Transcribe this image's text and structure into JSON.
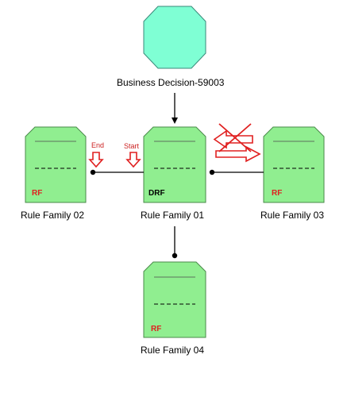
{
  "decision": {
    "label": "Business Decision-59003",
    "fill": "#7fffd4",
    "stroke": "#3a8a7a"
  },
  "rule_families": [
    {
      "id": "rf01",
      "label": "Rule Family 01",
      "tag": "DRF",
      "tag_color": "#000000"
    },
    {
      "id": "rf02",
      "label": "Rule Family 02",
      "tag": "RF",
      "tag_color": "#e02020"
    },
    {
      "id": "rf03",
      "label": "Rule Family 03",
      "tag": "RF",
      "tag_color": "#e02020"
    },
    {
      "id": "rf04",
      "label": "Rule Family 04",
      "tag": "RF",
      "tag_color": "#e02020"
    }
  ],
  "annotations": {
    "end": "End",
    "start": "Start"
  },
  "colors": {
    "node_fill": "#90ee90",
    "node_stroke": "#4a8a4a",
    "annotation_red": "#e02020",
    "connector": "#000000"
  }
}
